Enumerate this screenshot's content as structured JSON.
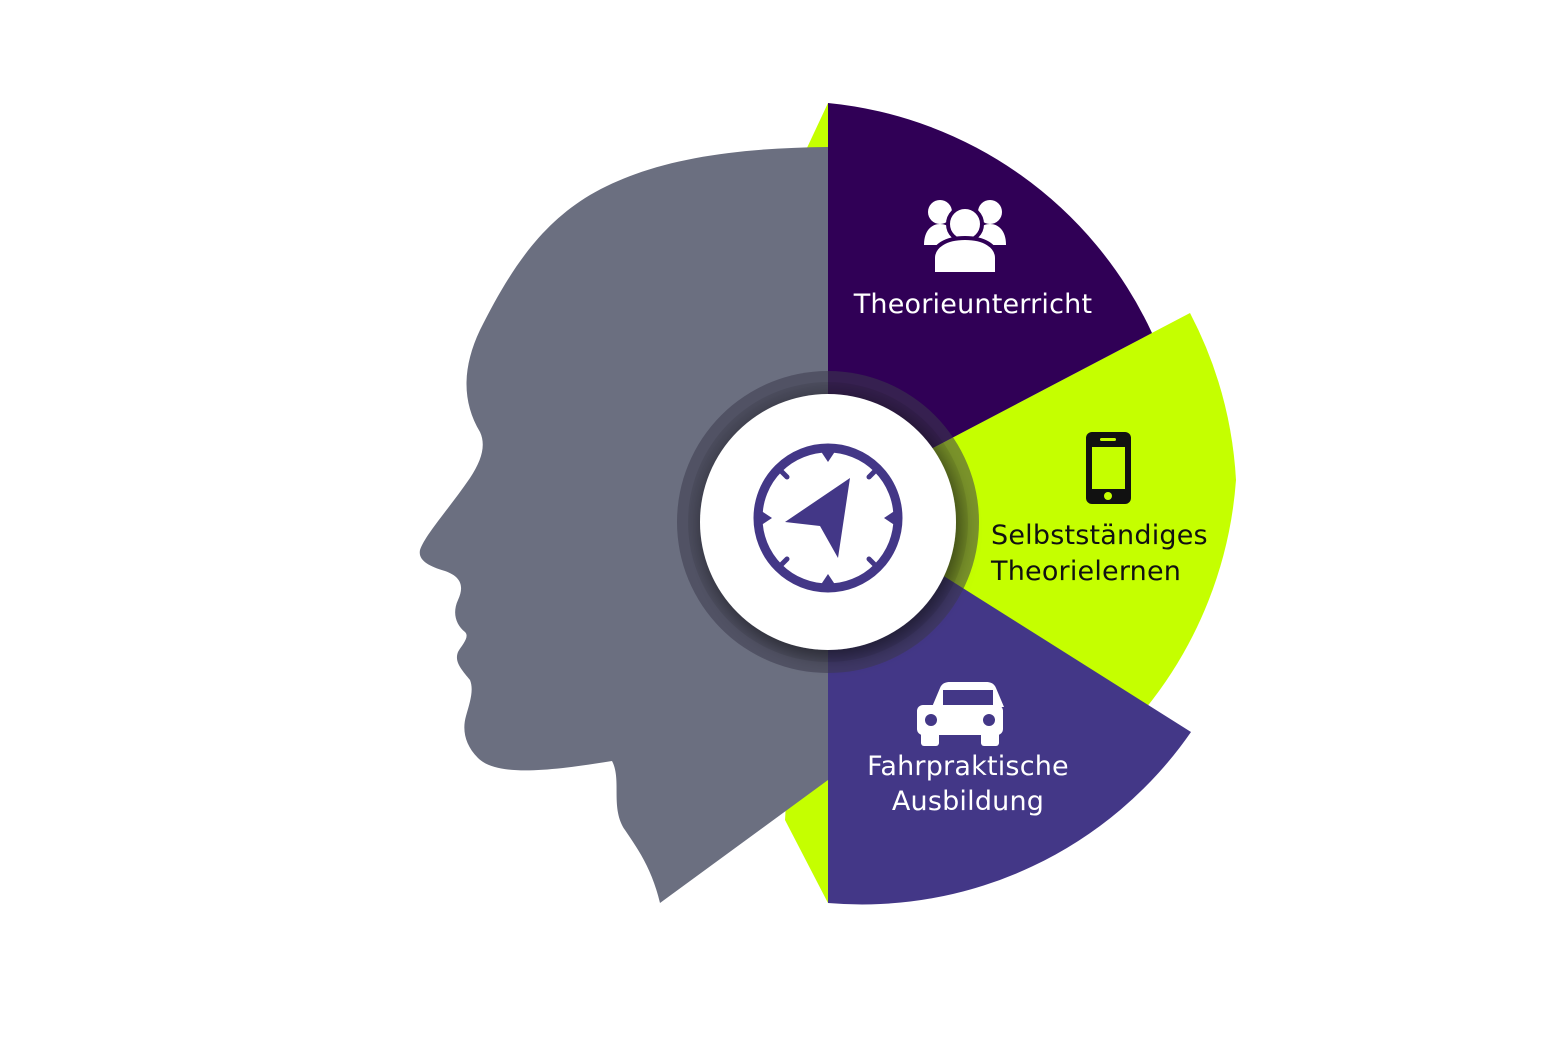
{
  "colors": {
    "background": "#ffffff",
    "head": "#6b6f80",
    "lime": "#c5ff00",
    "dark_purple": "#300056",
    "medium_purple": "#433787",
    "compass": "#433787",
    "text_light": "#ffffff",
    "text_dark": "#111111"
  },
  "segments": [
    {
      "label_lines": [
        "Theorieunterricht"
      ],
      "icon": "group-icon",
      "color": "#300056"
    },
    {
      "label_lines": [
        "Selbstständiges",
        "Theorielernen"
      ],
      "icon": "smartphone-icon",
      "color": "#c5ff00"
    },
    {
      "label_lines": [
        "Fahrpraktische",
        "Ausbildung"
      ],
      "icon": "car-icon",
      "color": "#433787"
    }
  ],
  "center": {
    "icon": "compass-icon"
  }
}
